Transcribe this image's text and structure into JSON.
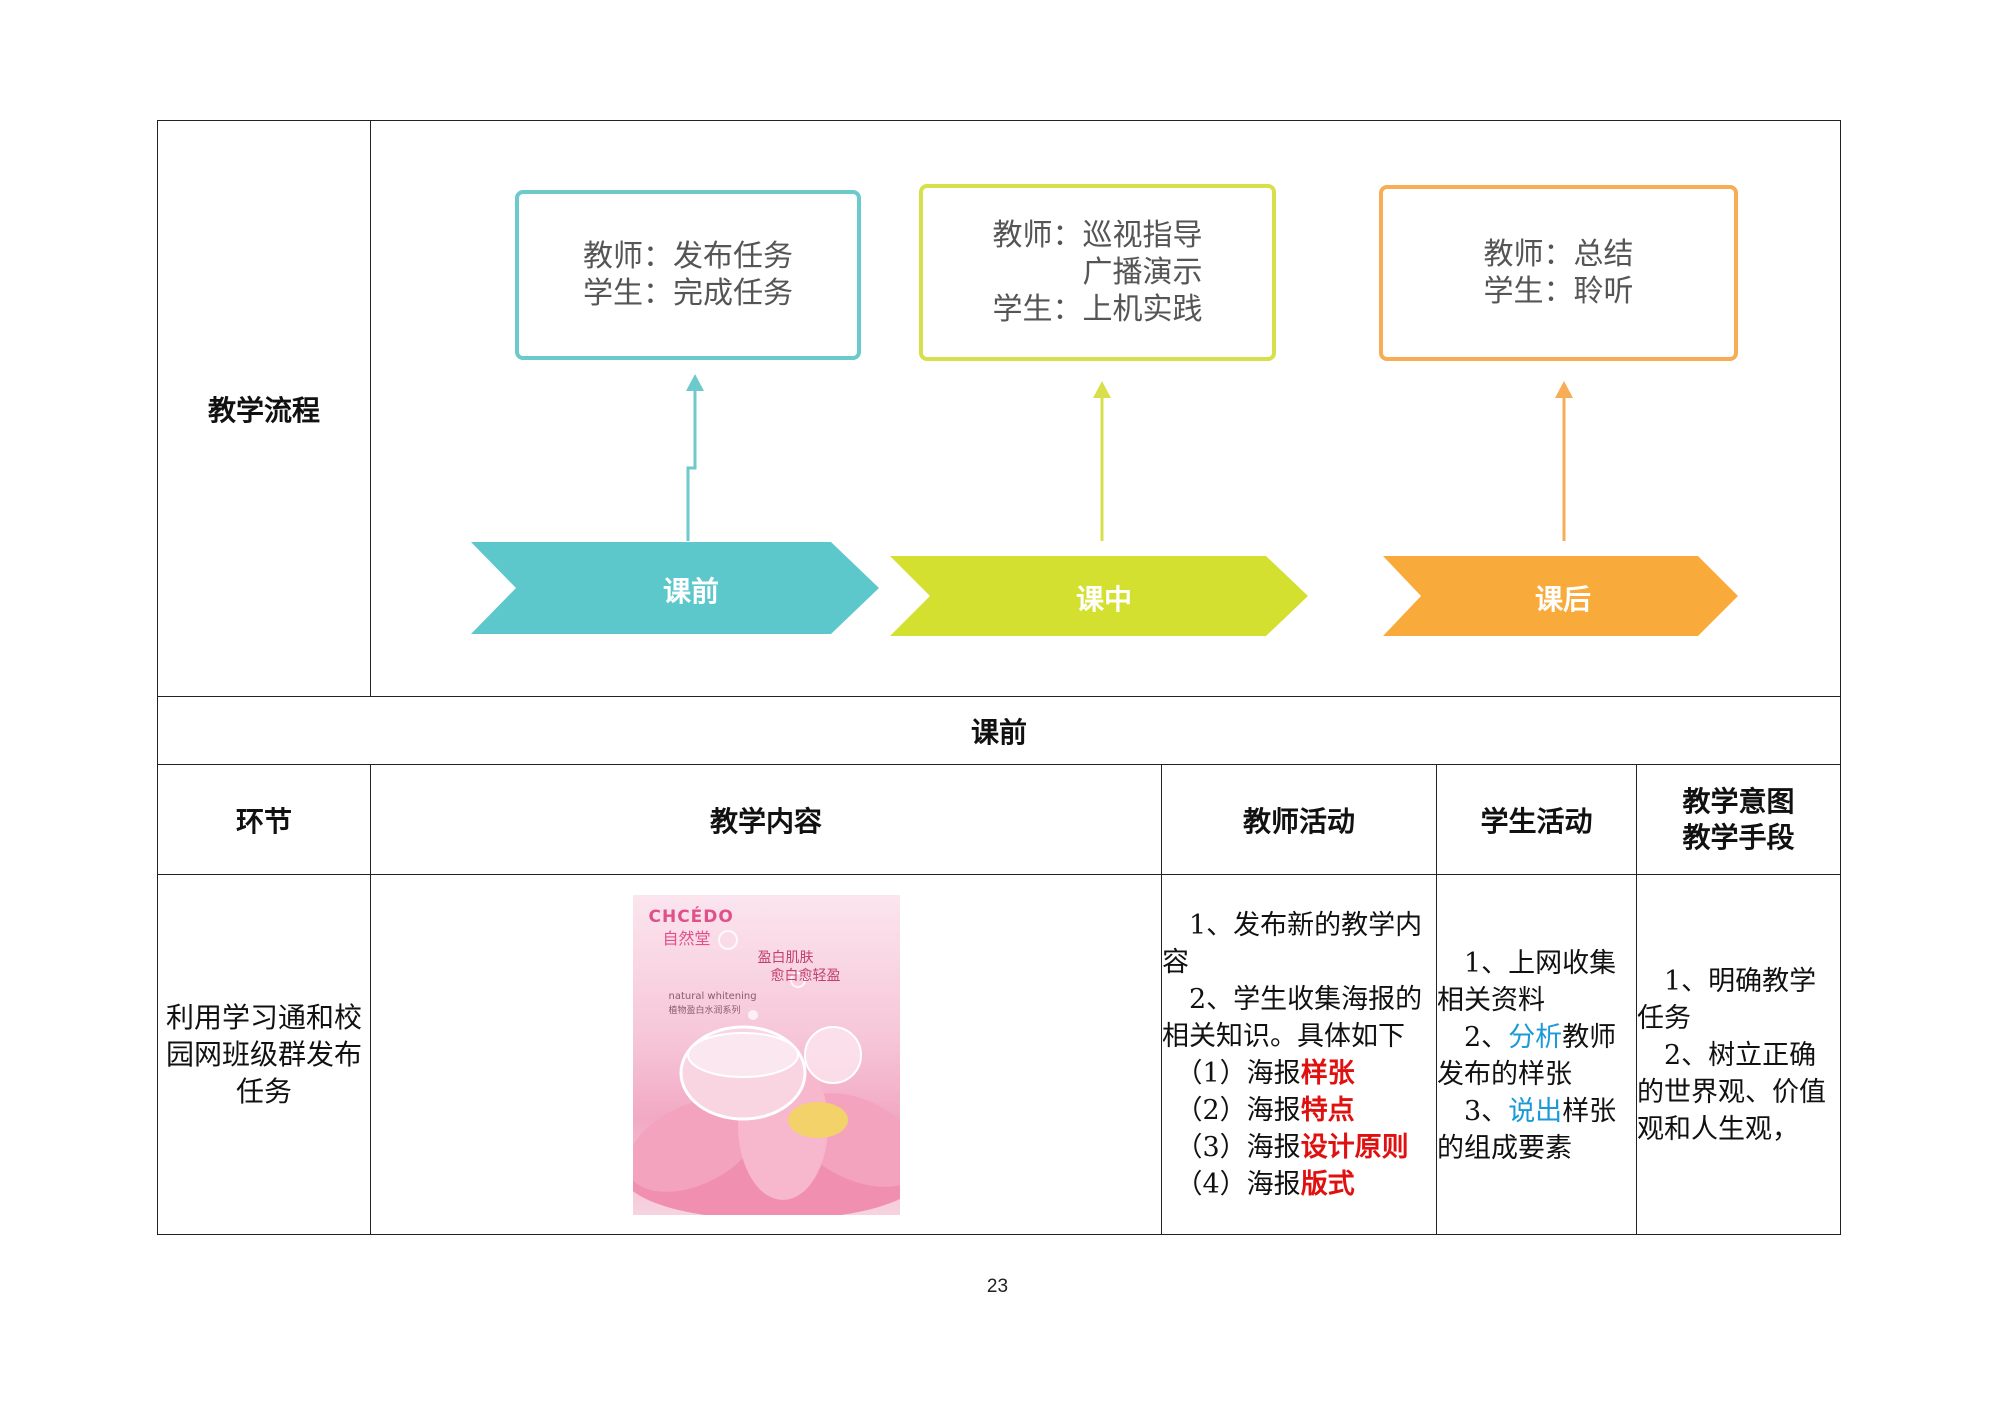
{
  "flow": {
    "row_label": "教学流程",
    "boxes": [
      {
        "lines": [
          "教师：发布任务",
          "学生：完成任务"
        ],
        "border": "#6cc9cc"
      },
      {
        "lines": [
          "教师：巡视指导",
          "　　　广播演示",
          "学生：上机实践"
        ],
        "border": "#d7e04a"
      },
      {
        "lines": [
          "教师：总结",
          "学生：聆听"
        ],
        "border": "#f6ad55"
      }
    ],
    "stages": [
      {
        "label": "课前",
        "color": "#5dc8cb"
      },
      {
        "label": "课中",
        "color": "#d3e02f"
      },
      {
        "label": "课后",
        "color": "#f8ab3a"
      }
    ]
  },
  "section_title": "课前",
  "headers": {
    "stage": "环节",
    "content": "教学内容",
    "teacher": "教师活动",
    "student": "学生活动",
    "intent_line1": "教学意图",
    "intent_line2": "教学手段"
  },
  "row": {
    "stage_lines": [
      "利用学习通和校",
      "园网班级群发布",
      "任务"
    ],
    "poster": {
      "brand": "CHCÉDO",
      "brand_cn": "自然堂",
      "slogan1": "盈白肌肤",
      "slogan2": "愈白愈轻盈",
      "sub_en": "natural whitening",
      "sub_cn": "植物盈白水润系列"
    },
    "teacher": {
      "item1_line1": "　1、发布新的教学内",
      "item1_line2": "容",
      "item2_line1": "　2、学生收集海报的",
      "item2_line2": "相关知识。具体如下",
      "list": [
        {
          "prefix": "　（1）海报",
          "keyword": "样张"
        },
        {
          "prefix": "　（2）海报",
          "keyword": "特点"
        },
        {
          "prefix": "　（3）海报",
          "keyword": "设计原则"
        },
        {
          "prefix": "　（4）海报",
          "keyword": "版式"
        }
      ]
    },
    "student": {
      "l1": "　1、上网收集",
      "l2": "相关资料",
      "l3_pre": "　2、",
      "l3_kw": "分析",
      "l3_post": "教师",
      "l4": "发布的样张",
      "l5_pre": "　3、",
      "l5_kw": "说出",
      "l5_post": "样张",
      "l6": "的组成要素"
    },
    "intent": {
      "l1": "　1、明确教学",
      "l2": "任务",
      "l3": "　2、树立正确",
      "l4": "的世界观、价值",
      "l5": "观和人生观，"
    }
  },
  "page_number": "23"
}
